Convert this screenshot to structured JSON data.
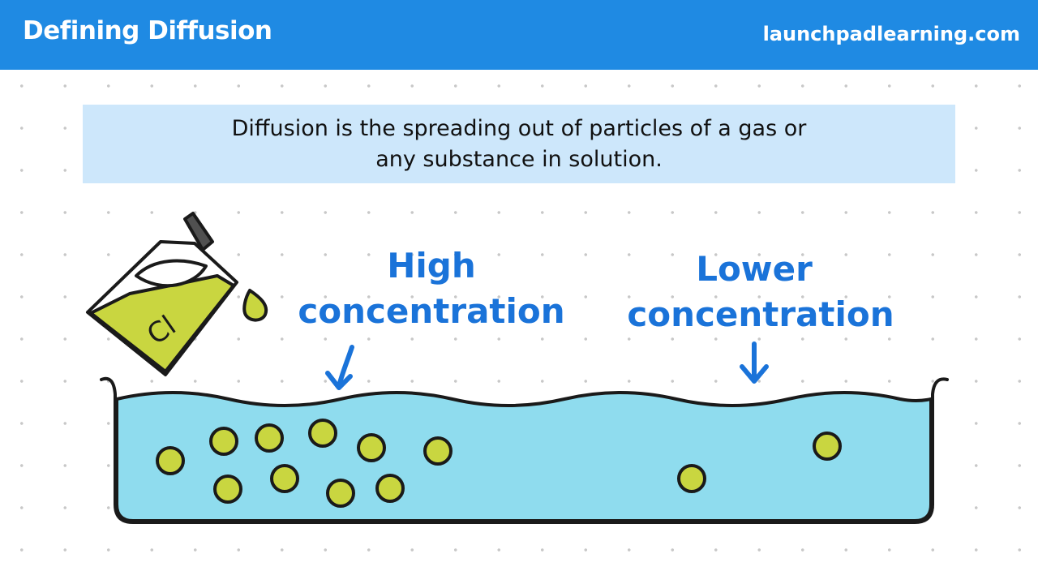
{
  "header": {
    "title": "Defining Diffusion",
    "site": "launchpadlearning.com"
  },
  "definition": {
    "text": "Diffusion is the spreading out of particles of a gas or any substance in solution."
  },
  "diagram": {
    "container_label": "Cl",
    "labels": {
      "high_line1": "High",
      "high_line2": "concentration",
      "low_line1": "Lower",
      "low_line2": "concentration"
    }
  },
  "colors": {
    "header_blue": "#1f8ae3",
    "definition_bg": "#cde7fb",
    "water": "#8fdcee",
    "particle": "#c9d640",
    "label_blue": "#1a73d9"
  }
}
